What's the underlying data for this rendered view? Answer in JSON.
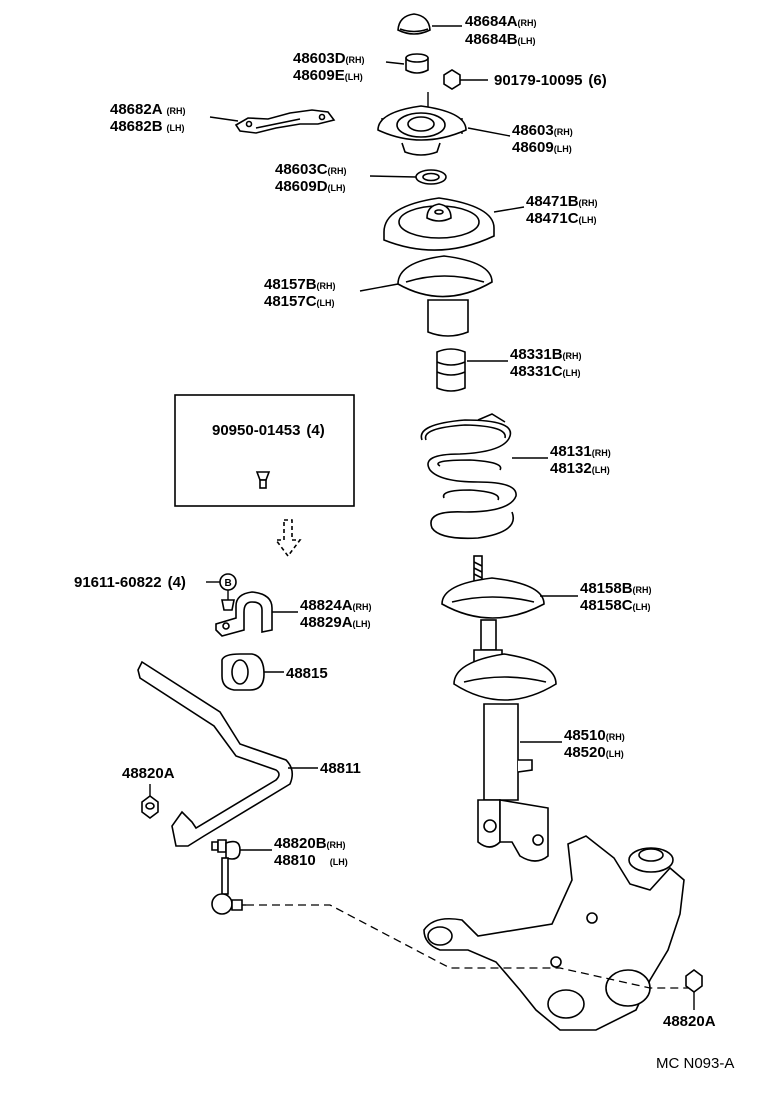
{
  "figure_code": "MC N093-A",
  "inset_box": {
    "part_number": "90950-01453",
    "quantity": "(4)"
  },
  "callouts": [
    {
      "id": "upper-support-cap",
      "rh": "48684A",
      "rh_tag": "(RH)",
      "lh": "48684B",
      "lh_tag": "(LH)"
    },
    {
      "id": "support-nut-cap",
      "rh": "48603D",
      "rh_tag": "(RH)",
      "lh": "48609E",
      "lh_tag": "(LH)"
    },
    {
      "id": "nut-6",
      "single": "90179-10095",
      "qty": "(6)"
    },
    {
      "id": "reinforcement",
      "rh": "48682A",
      "rh_tag": "(RH)",
      "lh": "48682B",
      "lh_tag": "(LH)"
    },
    {
      "id": "upper-support",
      "rh": "48603",
      "rh_tag": "(RH)",
      "lh": "48609",
      "lh_tag": "(LH)"
    },
    {
      "id": "support-washer",
      "rh": "48603C",
      "rh_tag": "(RH)",
      "lh": "48609D",
      "lh_tag": "(LH)"
    },
    {
      "id": "spring-upper-seat",
      "rh": "48471B",
      "rh_tag": "(RH)",
      "lh": "48471C",
      "lh_tag": "(LH)"
    },
    {
      "id": "upper-insulator",
      "rh": "48157B",
      "rh_tag": "(RH)",
      "lh": "48157C",
      "lh_tag": "(LH)"
    },
    {
      "id": "bump-stopper",
      "rh": "48331B",
      "rh_tag": "(RH)",
      "lh": "48331C",
      "lh_tag": "(LH)"
    },
    {
      "id": "coil-spring",
      "rh": "48131",
      "rh_tag": "(RH)",
      "lh": "48132",
      "lh_tag": "(LH)"
    },
    {
      "id": "lower-insulator",
      "rh": "48158B",
      "rh_tag": "(RH)",
      "lh": "48158C",
      "lh_tag": "(LH)"
    },
    {
      "id": "bolt-b",
      "single": "91611-60822",
      "qty": "(4)",
      "marker": "B"
    },
    {
      "id": "stabilizer-bracket",
      "rh": "48824A",
      "rh_tag": "(RH)",
      "lh": "48829A",
      "lh_tag": "(LH)"
    },
    {
      "id": "stabilizer-bushing",
      "single": "48815"
    },
    {
      "id": "shock-absorber",
      "rh": "48510",
      "rh_tag": "(RH)",
      "lh": "48520",
      "lh_tag": "(LH)"
    },
    {
      "id": "stabilizer-bar",
      "single": "48811"
    },
    {
      "id": "nut-upper",
      "single": "48820A"
    },
    {
      "id": "stabilizer-link",
      "rh": "48820B",
      "rh_tag": "(RH)",
      "lh": "48810",
      "lh_tag": "(LH)"
    },
    {
      "id": "nut-lower",
      "single": "48820A"
    }
  ]
}
